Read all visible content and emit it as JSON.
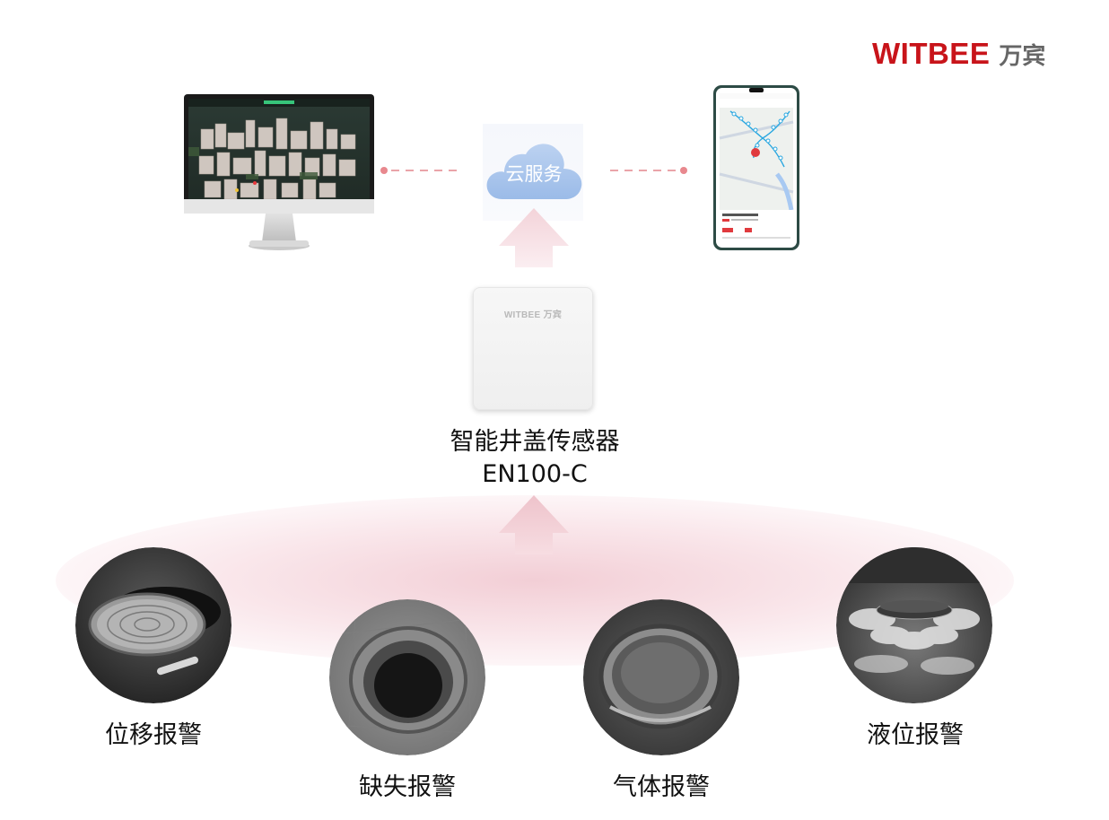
{
  "logo": {
    "en": "WITBEE",
    "cn": "万宾"
  },
  "cloud": {
    "label": "云服务"
  },
  "device": {
    "brand": "WITBEE 万宾",
    "name": "智能井盖传感器",
    "model": "EN100-C"
  },
  "alarms": [
    {
      "label": "位移报警"
    },
    {
      "label": "缺失报警"
    },
    {
      "label": "气体报警"
    },
    {
      "label": "液位报警"
    }
  ],
  "colors": {
    "brand_red": "#c8141a",
    "cloud_blue": "#a9c4ec",
    "dash_red": "#e8888e",
    "glow_pink": "#f3c9d1"
  }
}
